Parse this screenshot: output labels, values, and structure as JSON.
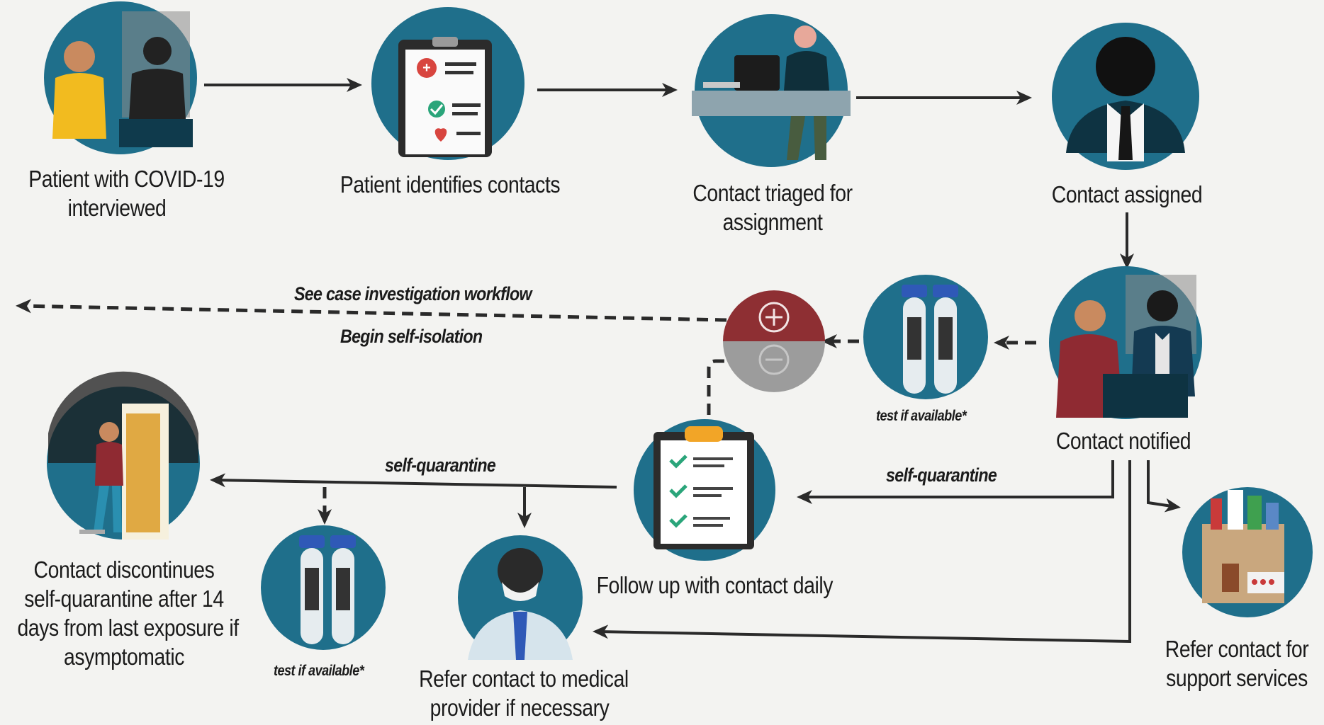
{
  "nodes": {
    "patient_interviewed": {
      "label_line1": "Patient with COVID-19",
      "label_line2": "interviewed"
    },
    "patient_identifies": {
      "label_line1": "Patient identifies contacts"
    },
    "contact_triaged": {
      "label_line1": "Contact triaged for",
      "label_line2": "assignment"
    },
    "contact_assigned": {
      "label_line1": "Contact assigned"
    },
    "contact_notified": {
      "label_line1": "Contact notified"
    },
    "follow_up": {
      "label_line1": "Follow up with contact daily"
    },
    "discontinue": {
      "label_line1": "Contact discontinues",
      "label_line2": "self-quarantine after 14",
      "label_line3": "days from last exposure if",
      "label_line4": "asymptomatic"
    },
    "refer_medical": {
      "label_line1": "Refer contact to medical",
      "label_line2": "provider if necessary"
    },
    "refer_support": {
      "label_line1": "Refer contact for",
      "label_line2": "support services"
    }
  },
  "edge_labels": {
    "see_case_investigation": "See case investigation workflow",
    "begin_self_isolation": "Begin self-isolation",
    "self_quarantine_right": "self-quarantine",
    "self_quarantine_left": "self-quarantine",
    "test_if_available_upper": "test if available*",
    "test_if_available_lower": "test if available*"
  },
  "colors": {
    "circle_teal": "#1f6f8b",
    "circle_dark": "#164e66",
    "result_positive": "#8e2f33",
    "result_negative": "#9c9c9c",
    "arrow": "#2a2a2a",
    "background": "#f3f3f1"
  }
}
